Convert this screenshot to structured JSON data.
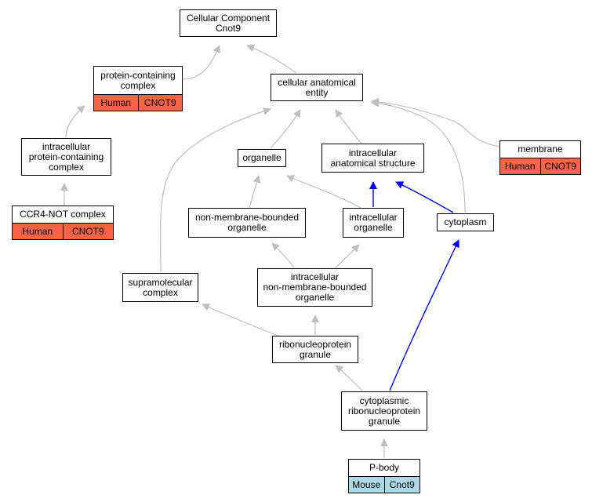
{
  "colors": {
    "human": "#fa6346",
    "mouse": "#add8e6",
    "edge_default": "#bfbfbf",
    "edge_highlight": "#0000ff"
  },
  "nodes": {
    "cellular_component": {
      "label": "Cellular Component\nCnot9"
    },
    "protein_containing_complex": {
      "label": "protein-containing\ncomplex",
      "tags": [
        "Human",
        "CNOT9"
      ]
    },
    "cellular_anatomical_entity": {
      "label": "cellular anatomical\nentity"
    },
    "intracellular_protein_containing_complex": {
      "label": "intracellular\nprotein-containing\ncomplex"
    },
    "ccr4_not_complex": {
      "label": "CCR4-NOT complex",
      "tags": [
        "Human",
        "CNOT9"
      ]
    },
    "organelle": {
      "label": "organelle"
    },
    "intracellular_anatomical_structure": {
      "label": "intracellular\nanatomical structure"
    },
    "membrane": {
      "label": "membrane",
      "tags": [
        "Human",
        "CNOT9"
      ]
    },
    "non_membrane_bounded_organelle": {
      "label": "non-membrane-bounded\norganelle"
    },
    "intracellular_organelle": {
      "label": "intracellular\norganelle"
    },
    "cytoplasm": {
      "label": "cytoplasm"
    },
    "supramolecular_complex": {
      "label": "supramolecular\ncomplex"
    },
    "intracellular_non_membrane_bounded_organelle": {
      "label": "intracellular\nnon-membrane-bounded\norganelle"
    },
    "ribonucleoprotein_granule": {
      "label": "ribonucleoprotein\ngranule"
    },
    "cytoplasmic_ribonucleoprotein_granule": {
      "label": "cytoplasmic\nribonucleoprotein\ngranule"
    },
    "p_body": {
      "label": "P-body",
      "tags": [
        "Mouse",
        "Cnot9"
      ]
    }
  },
  "edges": [
    {
      "from": "protein_containing_complex",
      "to": "cellular_component",
      "highlight": false
    },
    {
      "from": "cellular_anatomical_entity",
      "to": "cellular_component",
      "highlight": false
    },
    {
      "from": "intracellular_protein_containing_complex",
      "to": "protein_containing_complex",
      "highlight": false
    },
    {
      "from": "ccr4_not_complex",
      "to": "intracellular_protein_containing_complex",
      "highlight": false
    },
    {
      "from": "organelle",
      "to": "cellular_anatomical_entity",
      "highlight": false
    },
    {
      "from": "intracellular_anatomical_structure",
      "to": "cellular_anatomical_entity",
      "highlight": false
    },
    {
      "from": "membrane",
      "to": "cellular_anatomical_entity",
      "highlight": false
    },
    {
      "from": "cytoplasm",
      "to": "cellular_anatomical_entity",
      "highlight": false
    },
    {
      "from": "supramolecular_complex",
      "to": "cellular_anatomical_entity",
      "highlight": false
    },
    {
      "from": "non_membrane_bounded_organelle",
      "to": "organelle",
      "highlight": false
    },
    {
      "from": "intracellular_organelle",
      "to": "organelle",
      "highlight": false
    },
    {
      "from": "intracellular_organelle",
      "to": "intracellular_anatomical_structure",
      "highlight": true
    },
    {
      "from": "cytoplasm",
      "to": "intracellular_anatomical_structure",
      "highlight": true
    },
    {
      "from": "intracellular_non_membrane_bounded_organelle",
      "to": "non_membrane_bounded_organelle",
      "highlight": false
    },
    {
      "from": "intracellular_non_membrane_bounded_organelle",
      "to": "intracellular_organelle",
      "highlight": false
    },
    {
      "from": "ribonucleoprotein_granule",
      "to": "supramolecular_complex",
      "highlight": false
    },
    {
      "from": "ribonucleoprotein_granule",
      "to": "intracellular_non_membrane_bounded_organelle",
      "highlight": false
    },
    {
      "from": "cytoplasmic_ribonucleoprotein_granule",
      "to": "ribonucleoprotein_granule",
      "highlight": false
    },
    {
      "from": "cytoplasmic_ribonucleoprotein_granule",
      "to": "cytoplasm",
      "highlight": true
    },
    {
      "from": "p_body",
      "to": "cytoplasmic_ribonucleoprotein_granule",
      "highlight": false
    }
  ]
}
